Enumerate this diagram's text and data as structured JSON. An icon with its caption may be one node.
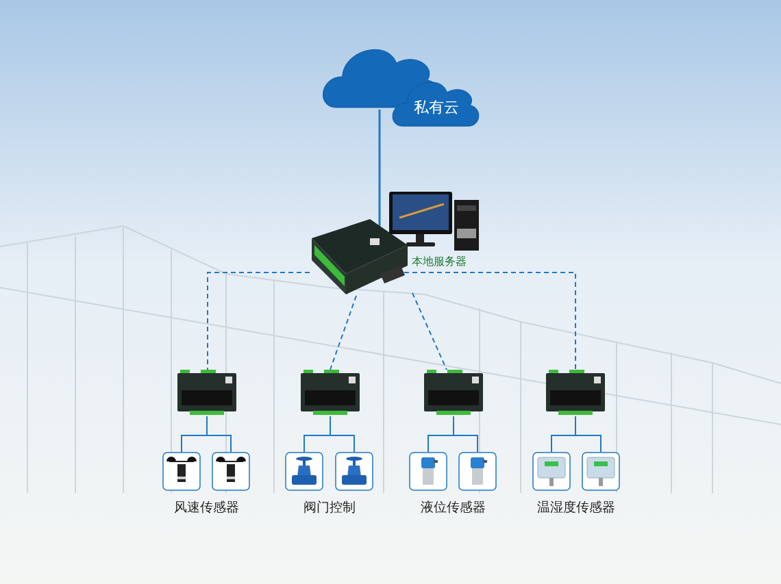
{
  "diagram": {
    "nodes": [
      {
        "text": [],
        "shape": "cloud"
      },
      {
        "text": [
          "私有云"
        ]
      },
      {
        "text": [],
        "shape": "picture"
      },
      {
        "text": [
          "本地服务器"
        ]
      },
      {
        "text": [],
        "shape": "picture"
      },
      {
        "text": [],
        "shape": "picture"
      },
      {
        "text": [],
        "shape": "picture"
      },
      {
        "text": [],
        "shape": "picture"
      },
      {
        "text": [],
        "shape": "picture"
      },
      {
        "text": [],
        "shape": "picture"
      },
      {
        "text": [],
        "shape": "picture"
      },
      {
        "text": [],
        "shape": "picture"
      },
      {
        "text": [],
        "shape": "picture"
      },
      {
        "text": [],
        "shape": "picture"
      },
      {
        "text": [],
        "shape": "picture"
      },
      {
        "text": [],
        "shape": "picture"
      }
    ],
    "edges": [
      {
        "from": 0,
        "to": 2,
        "arrow": "none"
      },
      {
        "from": 2,
        "to": 4,
        "arrow": "none",
        "style": "dashed"
      },
      {
        "from": 2,
        "to": 5,
        "arrow": "none",
        "style": "dashed"
      },
      {
        "from": 2,
        "to": 6,
        "arrow": "none",
        "style": "dashed"
      },
      {
        "from": 2,
        "to": 7,
        "arrow": "none",
        "style": "dashed"
      },
      {
        "from": 4,
        "to": 8,
        "arrow": "none"
      },
      {
        "from": 4,
        "to": 9,
        "arrow": "none"
      },
      {
        "from": 5,
        "to": 10,
        "arrow": "none"
      },
      {
        "from": 5,
        "to": 11,
        "arrow": "none"
      },
      {
        "from": 6,
        "to": 12,
        "arrow": "none"
      },
      {
        "from": 6,
        "to": 13,
        "arrow": "none"
      },
      {
        "from": 7,
        "to": 14,
        "arrow": "none"
      },
      {
        "from": 7,
        "to": 15,
        "arrow": "none"
      }
    ],
    "labels": [
      "风速传感器",
      "阀门控制",
      "液位传感器",
      "温湿度传感器"
    ]
  }
}
